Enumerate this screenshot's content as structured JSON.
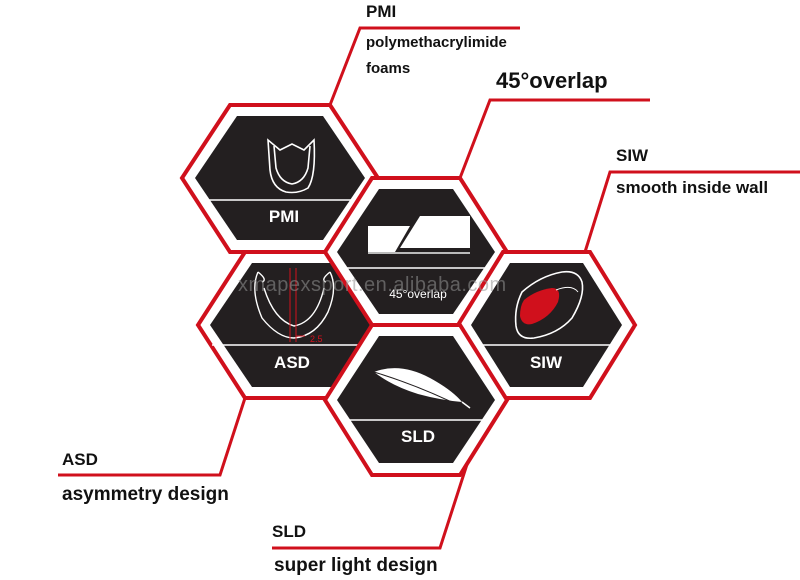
{
  "colors": {
    "accent": "#d0101c",
    "hex_fill": "#231f20",
    "text": "#111111"
  },
  "watermark": "xmapexsport.en.alibaba.com",
  "hexagons": [
    {
      "id": "pmi",
      "label": "PMI",
      "icon": "rim-section-icon"
    },
    {
      "id": "overlap",
      "label": "45°overlap",
      "icon": "overlap-layers-icon"
    },
    {
      "id": "asd",
      "label": "ASD",
      "icon": "asymmetric-rim-icon",
      "dimension": "2.5"
    },
    {
      "id": "siw",
      "label": "SIW",
      "icon": "inside-wall-icon"
    },
    {
      "id": "sld",
      "label": "SLD",
      "icon": "feather-icon"
    }
  ],
  "callouts": {
    "pmi": {
      "title": "PMI",
      "line1": "polymethacrylimide",
      "line2": "foams"
    },
    "overlap": {
      "title": "45°overlap"
    },
    "siw": {
      "title": "SIW",
      "desc": "smooth inside wall"
    },
    "asd": {
      "title": "ASD",
      "desc": "asymmetry design"
    },
    "sld": {
      "title": "SLD",
      "desc": "super light design"
    }
  }
}
